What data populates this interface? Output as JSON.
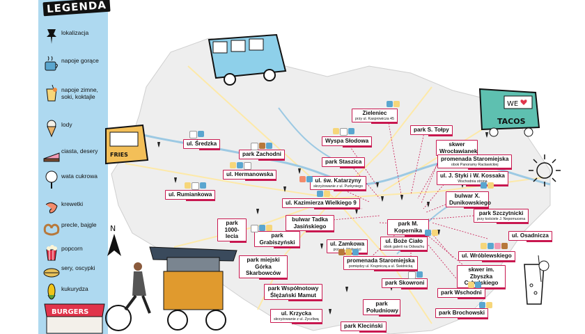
{
  "legend": {
    "title": "LEGENDA",
    "items": [
      {
        "label": "lokalizacja",
        "icon": "pushpin-icon"
      },
      {
        "label": "napoje gorące",
        "icon": "hot-drink-icon"
      },
      {
        "label": "napoje zimne, soki, koktajle",
        "icon": "cold-drink-icon"
      },
      {
        "label": "lody",
        "icon": "ice-cream-icon"
      },
      {
        "label": "ciasta, desery",
        "icon": "cake-icon"
      },
      {
        "label": "wata cukrowa",
        "icon": "cotton-candy-icon"
      },
      {
        "label": "krewetki",
        "icon": "shrimp-icon"
      },
      {
        "label": "precle, bajgle",
        "icon": "pretzel-icon"
      },
      {
        "label": "popcorn",
        "icon": "popcorn-icon"
      },
      {
        "label": "sery, oscypki",
        "icon": "cheese-icon"
      },
      {
        "label": "kukurydza",
        "icon": "corn-icon"
      }
    ]
  },
  "compass": "N",
  "truck_signs": {
    "tacos": "TACOS",
    "we_love": "WE",
    "fries": "FRIES",
    "burgers": "BURGERS"
  },
  "colors": {
    "tag_border": "#c8174f",
    "legend_bg": "#aed9f0",
    "river": "#9cc9e3",
    "map_land": "#eeeeee"
  },
  "locations": [
    {
      "name": "ul. Średzka",
      "sub": ""
    },
    {
      "name": "park Zachodni",
      "sub": ""
    },
    {
      "name": "ul. Hermanowska",
      "sub": ""
    },
    {
      "name": "ul. Rumiankowa",
      "sub": ""
    },
    {
      "name": "Zieleniec",
      "sub": "przy ul. Kasprowicza 45"
    },
    {
      "name": "Wyspa Słodowa",
      "sub": ""
    },
    {
      "name": "park Staszica",
      "sub": ""
    },
    {
      "name": "ul. św. Katarzyny",
      "sub": "skrzyżowanie z ul. Purkyniego"
    },
    {
      "name": "ul. Kazimierza Wielkiego 9",
      "sub": ""
    },
    {
      "name": "bulwar Tadka Jasińskiego",
      "sub": ""
    },
    {
      "name": "park 1000-lecia",
      "sub": ""
    },
    {
      "name": "park Grabiszyński",
      "sub": ""
    },
    {
      "name": "park miejski Górka Skarbowców",
      "sub": ""
    },
    {
      "name": "park Współnotowy Ślężański Mamut",
      "sub": ""
    },
    {
      "name": "ul. Krzycka",
      "sub": "skrzyżowanie z ul. Zyczliwą"
    },
    {
      "name": "park Kleciński",
      "sub": ""
    },
    {
      "name": "park Południowy",
      "sub": ""
    },
    {
      "name": "park Skowroni",
      "sub": ""
    },
    {
      "name": "ul. Zamkowa",
      "sub": "przy ul. Wolności"
    },
    {
      "name": "promenada Staromiejska",
      "sub": "pomiędzy ul. Krupniczą a ul. Świdnicką"
    },
    {
      "name": "ul. Boże Ciało",
      "sub": "obok galerii na Odwachu"
    },
    {
      "name": "park M. Kopernika",
      "sub": ""
    },
    {
      "name": "park S. Tołpy",
      "sub": ""
    },
    {
      "name": "skwer Wrocławianek",
      "sub": ""
    },
    {
      "name": "promenada Staromiejska",
      "sub": "obok Panoramy Racławickiej"
    },
    {
      "name": "ul. J. Styki i W. Kossaka",
      "sub": "Wschodnia strona"
    },
    {
      "name": "bulwar X. Dunikowskiego",
      "sub": ""
    },
    {
      "name": "park Szczytnicki",
      "sub": "przy kościele J. Nepomucena"
    },
    {
      "name": "ul. Osadnicza",
      "sub": ""
    },
    {
      "name": "ul. Wróblewskiego",
      "sub": ""
    },
    {
      "name": "skwer im. Zbyszka Cybulskiego",
      "sub": ""
    },
    {
      "name": "park Wschodni",
      "sub": ""
    },
    {
      "name": "park Brochowski",
      "sub": ""
    }
  ]
}
